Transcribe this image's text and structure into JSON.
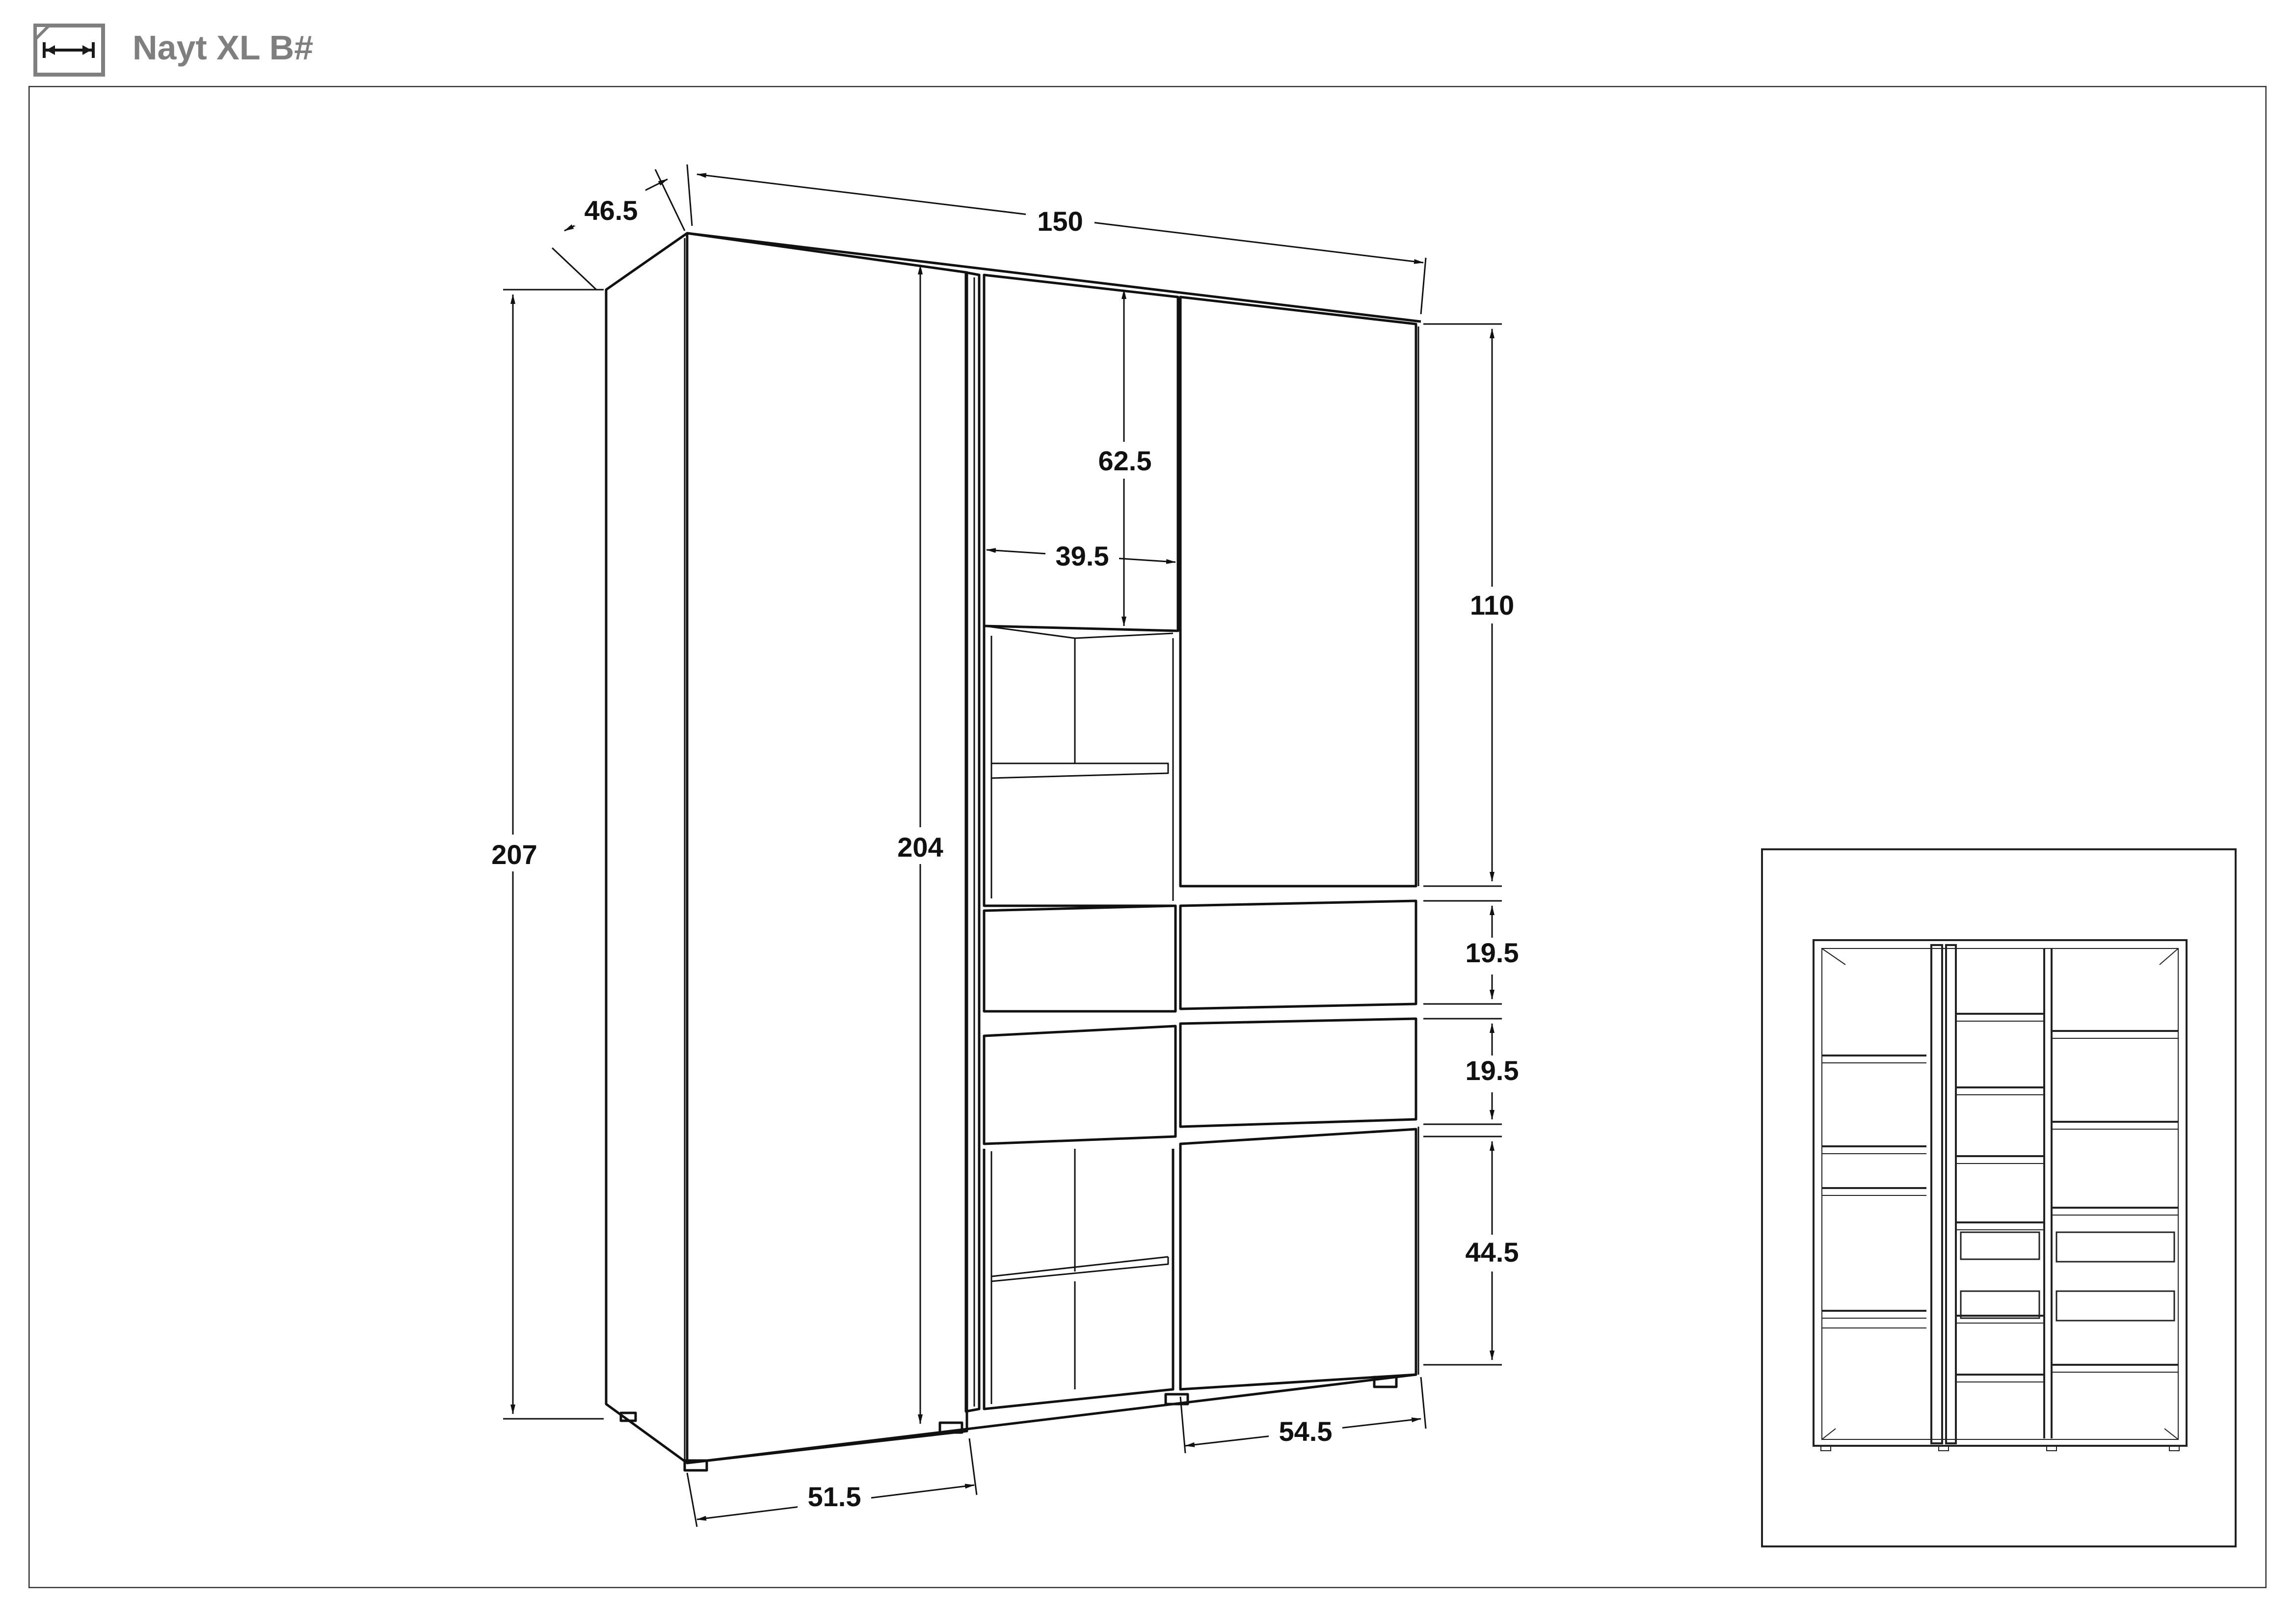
{
  "header": {
    "title": "Nayt XL B#",
    "icon": "dimensions-icon"
  },
  "drawing": {
    "dimensions": {
      "depth": "46.5",
      "width": "150",
      "height_total": "207",
      "height_inner": "204",
      "glass_door_height": "62.5",
      "glass_door_width": "39.5",
      "right_door_height": "110",
      "drawer_1_height": "19.5",
      "drawer_2_height": "19.5",
      "bottom_door_height": "44.5",
      "left_door_width": "51.5",
      "right_section_width": "54.5"
    }
  }
}
